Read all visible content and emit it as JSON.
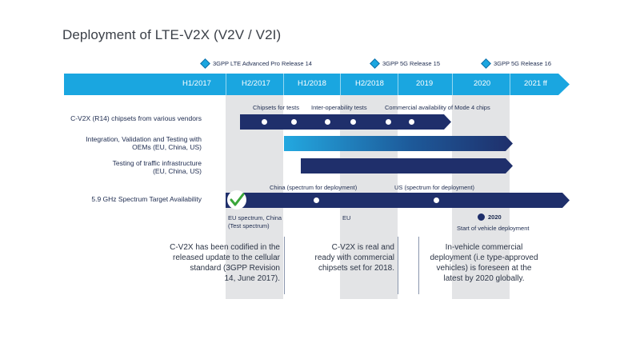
{
  "title": "Deployment of LTE-V2X (V2V / V2I)",
  "releases": [
    {
      "label": "3GPP LTE Advanced Pro Release 14"
    },
    {
      "label": "3GPP 5G Release 15"
    },
    {
      "label": "3GPP 5G Release 16"
    }
  ],
  "timeline": [
    "H1/2017",
    "H2/2017",
    "H1/2018",
    "H2/2018",
    "2019",
    "2020",
    "2021 ff"
  ],
  "rows": {
    "chipsets": "C-V2X (R14) chipsets from various vendors",
    "integration_line1": "Integration, Validation and Testing with",
    "integration_line2": "OEMs (EU, China, US)",
    "infra_line1": "Testing of traffic infrastructure",
    "infra_line2": "(EU, China, US)",
    "spectrum": "5.9 GHz Spectrum Target Availability"
  },
  "milestones": {
    "chipsets_for_tests": "Chipsets for tests",
    "interop_tests": "Inter-operability tests",
    "commercial_mode4": "Commercial availability of Mode 4 chips",
    "china_spectrum": "China (spectrum for deployment)",
    "us_spectrum": "US (spectrum for deployment)",
    "eu_spectrum_line1": "EU spectrum, China",
    "eu_spectrum_line2": "(Test spectrum)",
    "eu": "EU",
    "year_2020": "2020",
    "start_vehicle": "Start of vehicle deployment"
  },
  "notes": {
    "note1": [
      "C-V2X has been codified in the",
      "released update to the cellular",
      "standard (3GPP Revision",
      "14, June 2017)."
    ],
    "note2": [
      "C-V2X is real and",
      "ready with commercial",
      "chipsets set for 2018."
    ],
    "note3": [
      "In-vehicle commercial",
      "deployment (i.e type-approved",
      "vehicles) is foreseen at the",
      "latest by 2020 globally."
    ]
  },
  "colors": {
    "timeline": "#1aa6e0",
    "navy": "#1f2f6b",
    "gradient_start": "#23a8e0",
    "band": "#e3e4e6"
  }
}
